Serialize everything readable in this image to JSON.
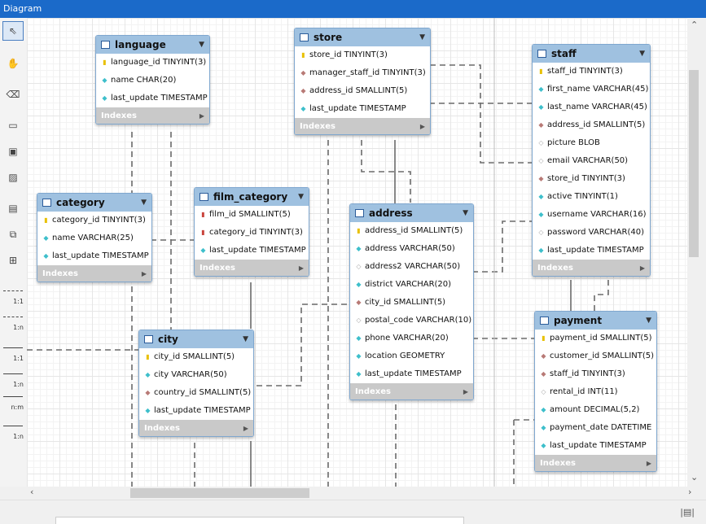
{
  "window": {
    "title": "Diagram"
  },
  "toolbar": {
    "tools": [
      {
        "name": "pointer-tool",
        "glyph": "⇖"
      },
      {
        "name": "hand-tool",
        "glyph": "✋"
      },
      {
        "name": "eraser-tool",
        "glyph": "⌫"
      },
      {
        "name": "layer-tool",
        "glyph": "▭"
      },
      {
        "name": "note-tool",
        "glyph": "▣"
      },
      {
        "name": "image-tool",
        "glyph": "▨"
      },
      {
        "name": "table-tool",
        "glyph": "▤"
      },
      {
        "name": "view-tool",
        "glyph": "⧉"
      },
      {
        "name": "routine-tool",
        "glyph": "⊞"
      }
    ],
    "relationships": [
      {
        "name": "rel-1-1-nonidentifying",
        "label": "1:1",
        "dashed": true
      },
      {
        "name": "rel-1-n-nonidentifying",
        "label": "1:n",
        "dashed": true
      },
      {
        "name": "rel-1-1-identifying",
        "label": "1:1",
        "dashed": false
      },
      {
        "name": "rel-1-n-identifying",
        "label": "1:n",
        "dashed": false
      },
      {
        "name": "rel-n-m-identifying",
        "label": "n:m",
        "dashed": false
      },
      {
        "name": "rel-1-n-existing",
        "label": "1:n",
        "dashed": false
      }
    ]
  },
  "indexes_label": "Indexes",
  "colors": {
    "header": "#9fc1e0",
    "titlebar": "#1b6ac9",
    "indexes": "#c9c9c9",
    "pk": "#e8c000",
    "fk": "#c9433b",
    "col": "#3ebfcb"
  },
  "entities": [
    {
      "name": "language",
      "columns": [
        {
          "icon": "key",
          "text": "language_id TINYINT(3)"
        },
        {
          "icon": "col",
          "text": "name CHAR(20)"
        },
        {
          "icon": "col",
          "text": "last_update TIMESTAMP"
        }
      ]
    },
    {
      "name": "store",
      "columns": [
        {
          "icon": "key",
          "text": "store_id TINYINT(3)"
        },
        {
          "icon": "fkd",
          "text": "manager_staff_id TINYINT(3)"
        },
        {
          "icon": "fkd",
          "text": "address_id SMALLINT(5)"
        },
        {
          "icon": "col",
          "text": "last_update TIMESTAMP"
        }
      ]
    },
    {
      "name": "staff",
      "columns": [
        {
          "icon": "key",
          "text": "staff_id TINYINT(3)"
        },
        {
          "icon": "col",
          "text": "first_name VARCHAR(45)"
        },
        {
          "icon": "col",
          "text": "last_name VARCHAR(45)"
        },
        {
          "icon": "fkd",
          "text": "address_id SMALLINT(5)"
        },
        {
          "icon": "nul",
          "text": "picture BLOB"
        },
        {
          "icon": "nul",
          "text": "email VARCHAR(50)"
        },
        {
          "icon": "fkd",
          "text": "store_id TINYINT(3)"
        },
        {
          "icon": "col",
          "text": "active TINYINT(1)"
        },
        {
          "icon": "col",
          "text": "username VARCHAR(16)"
        },
        {
          "icon": "nul",
          "text": "password VARCHAR(40)"
        },
        {
          "icon": "col",
          "text": "last_update TIMESTAMP"
        }
      ]
    },
    {
      "name": "category",
      "columns": [
        {
          "icon": "key",
          "text": "category_id TINYINT(3)"
        },
        {
          "icon": "col",
          "text": "name VARCHAR(25)"
        },
        {
          "icon": "col",
          "text": "last_update TIMESTAMP"
        }
      ]
    },
    {
      "name": "film_category",
      "columns": [
        {
          "icon": "fk",
          "text": "film_id SMALLINT(5)"
        },
        {
          "icon": "fk",
          "text": "category_id TINYINT(3)"
        },
        {
          "icon": "col",
          "text": "last_update TIMESTAMP"
        }
      ]
    },
    {
      "name": "address",
      "columns": [
        {
          "icon": "key",
          "text": "address_id SMALLINT(5)"
        },
        {
          "icon": "col",
          "text": "address VARCHAR(50)"
        },
        {
          "icon": "nul",
          "text": "address2 VARCHAR(50)"
        },
        {
          "icon": "col",
          "text": "district VARCHAR(20)"
        },
        {
          "icon": "fkd",
          "text": "city_id SMALLINT(5)"
        },
        {
          "icon": "nul",
          "text": "postal_code VARCHAR(10)"
        },
        {
          "icon": "col",
          "text": "phone VARCHAR(20)"
        },
        {
          "icon": "col",
          "text": "location GEOMETRY"
        },
        {
          "icon": "col",
          "text": "last_update TIMESTAMP"
        }
      ]
    },
    {
      "name": "city",
      "columns": [
        {
          "icon": "key",
          "text": "city_id SMALLINT(5)"
        },
        {
          "icon": "col",
          "text": "city VARCHAR(50)"
        },
        {
          "icon": "fkd",
          "text": "country_id SMALLINT(5)"
        },
        {
          "icon": "col",
          "text": "last_update TIMESTAMP"
        }
      ]
    },
    {
      "name": "payment",
      "columns": [
        {
          "icon": "key",
          "text": "payment_id SMALLINT(5)"
        },
        {
          "icon": "fkd",
          "text": "customer_id SMALLINT(5)"
        },
        {
          "icon": "fkd",
          "text": "staff_id TINYINT(3)"
        },
        {
          "icon": "nul",
          "text": "rental_id INT(11)"
        },
        {
          "icon": "col",
          "text": "amount DECIMAL(5,2)"
        },
        {
          "icon": "col",
          "text": "payment_date DATETIME"
        },
        {
          "icon": "col",
          "text": "last_update TIMESTAMP"
        }
      ]
    }
  ]
}
